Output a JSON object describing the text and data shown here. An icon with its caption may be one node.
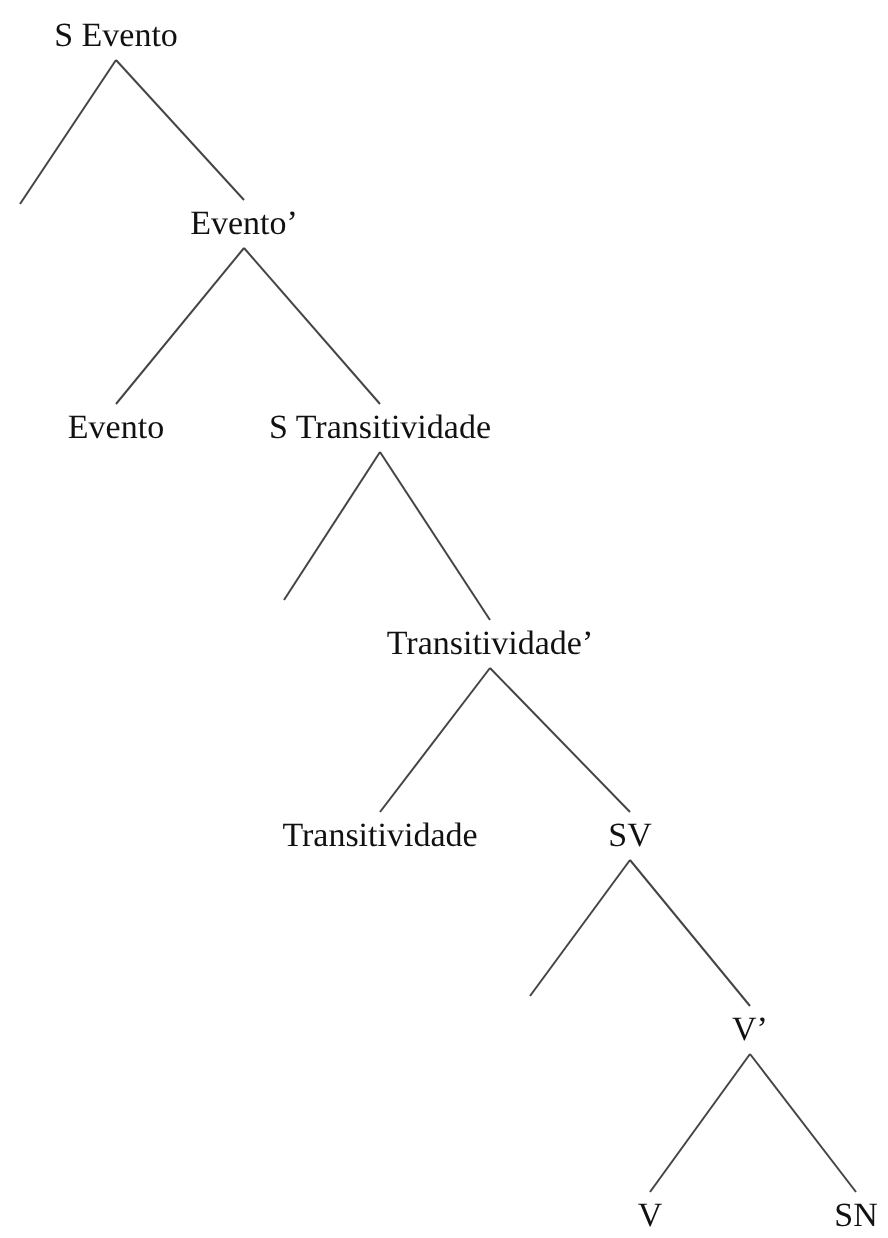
{
  "diagram": {
    "nodes": [
      {
        "text": [
          "S Evento"
        ]
      },
      {
        "text": [
          "Evento’"
        ]
      },
      {
        "text": [
          "Evento"
        ]
      },
      {
        "text": [
          "S Transitividade"
        ]
      },
      {
        "text": [
          "Transitividade’"
        ]
      },
      {
        "text": [
          "Transitividade"
        ]
      },
      {
        "text": [
          "SV"
        ]
      },
      {
        "text": [
          "V’"
        ]
      },
      {
        "text": [
          "V"
        ]
      },
      {
        "text": [
          "SN"
        ]
      }
    ],
    "edges": [
      {
        "from": 0,
        "to": null,
        "arrow": "none"
      },
      {
        "from": 0,
        "to": 1,
        "arrow": "none"
      },
      {
        "from": 1,
        "to": 2,
        "arrow": "none"
      },
      {
        "from": 1,
        "to": 3,
        "arrow": "none"
      },
      {
        "from": 3,
        "to": null,
        "arrow": "none"
      },
      {
        "from": 3,
        "to": 4,
        "arrow": "none"
      },
      {
        "from": 4,
        "to": 5,
        "arrow": "none"
      },
      {
        "from": 4,
        "to": 6,
        "arrow": "none"
      },
      {
        "from": 6,
        "to": null,
        "arrow": "none"
      },
      {
        "from": 6,
        "to": 7,
        "arrow": "none"
      },
      {
        "from": 7,
        "to": 8,
        "arrow": "none"
      },
      {
        "from": 7,
        "to": 9,
        "arrow": "none"
      }
    ]
  }
}
